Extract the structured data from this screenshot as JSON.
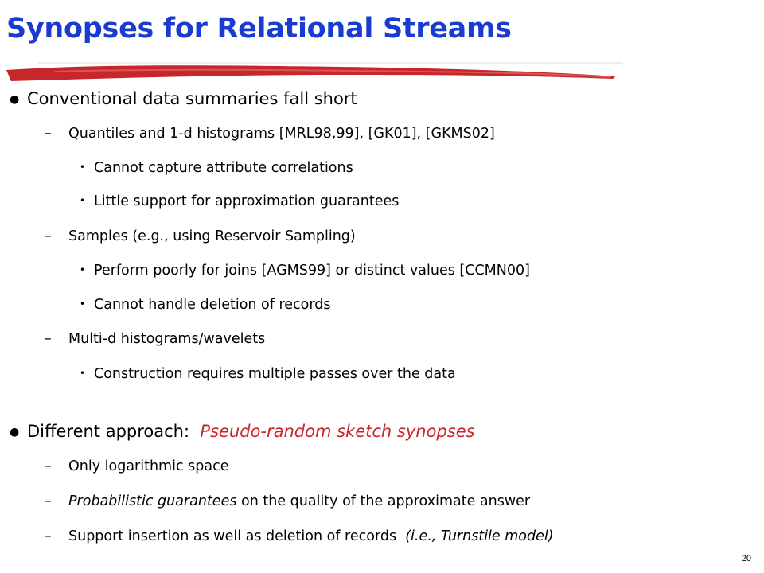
{
  "slide": {
    "title": "Synopses for Relational Streams",
    "page_number": "20",
    "colors": {
      "title": "#1a3bd0",
      "emphasis": "#c8262a"
    }
  },
  "items": {
    "b1": "Conventional data summaries fall short",
    "b1_1": "Quantiles and 1-d histograms [MRL98,99], [GK01], [GKMS02]",
    "b1_1_1": "Cannot capture attribute correlations",
    "b1_1_2": "Little support for approximation guarantees",
    "b1_2": "Samples (e.g., using Reservoir Sampling)",
    "b1_2_1": "Perform poorly for joins [AGMS99]  or distinct values [CCMN00]",
    "b1_2_2": "Cannot handle deletion of records",
    "b1_3": "Multi-d histograms/wavelets",
    "b1_3_1": "Construction requires multiple passes over the data",
    "b2_prefix": "Different approach:  ",
    "b2_emph": "Pseudo-random sketch synopses",
    "b2_1": "Only logarithmic space",
    "b2_2_emph": "Probabilistic guarantees",
    "b2_2_rest": " on the quality of the approximate answer",
    "b2_3_rest": "Support insertion as well as deletion of records  ",
    "b2_3_emph": "(i.e., Turnstile model)"
  },
  "markers": {
    "level1": "●",
    "level2": "–",
    "level3": "•"
  }
}
